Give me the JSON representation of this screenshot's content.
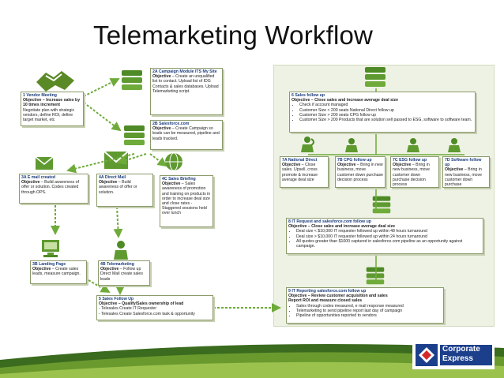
{
  "title": "Telemarketing Workflow",
  "boxes": {
    "b1": {
      "h": "1 Vendor Meeting",
      "o": "Objective – Increase sales by 10 times increment",
      "t": "Negotiate plan with strategic vendors, define ROI, define target market, etc"
    },
    "b2a": {
      "h": "2A Campaign Module ITS My Site",
      "o": "Objective",
      "t": " – Create an unqualified list to contact. Upload list of IDG Contacts & sales databases. Upload Telemarketing script."
    },
    "b2b": {
      "h": "2B Salesforce.com",
      "o": "Objective",
      "t": " – Create Campaign so leads can be measured, pipeline and leads tracked."
    },
    "b3a": {
      "h": "3A E mail created",
      "o": "Objective",
      "t": " – Build awareness of offer or solution. Codes created through OPS."
    },
    "b4a": {
      "h": "4A Direct Mail",
      "o": "Objective",
      "t": " – Build awareness of offer or solution."
    },
    "b4c": {
      "h": "4C Sales Briefing",
      "o": "Objective",
      "t": " – Sales awareness of promotion and training on products in order to increase deal size and close rates - Staggered sessions held over lunch"
    },
    "b3b": {
      "h": "3B Landing Page",
      "o": "Objective",
      "t": " – Create sales leads, measure campaign."
    },
    "b4b": {
      "h": "4B Telemarketing",
      "o": "Objective",
      "t": " – Follow up Direct Mail create sales leads"
    },
    "b5": {
      "h": "5 Sales Follow Up",
      "o": "Objective – Qualify/Sales ownership of lead",
      "l1": "- Telesales Create IT Requester",
      "l2": "- Telesales Create Salesforce.com task & opportunity"
    },
    "b6": {
      "h": "6 Sales follow up",
      "o": "Objective – Close sales and increase average deal size",
      "items": [
        "Check if account managed",
        "Customer Size < 200 seats National Direct follow up",
        "Customer Size > 200 seats CPG follow up",
        "Customer Size > 200 Products that are solution sell passed to ESG, software to software team."
      ]
    },
    "b7a": {
      "h": "7A National Direct",
      "o": "Objective",
      "t": " – Close sales. Upsell, cross promote & increase average deal size"
    },
    "b7b": {
      "h": "7B CPG follow up",
      "o": "Objective",
      "t": " – Bring in new business, move customer down purchase decision process"
    },
    "b7c": {
      "h": "7C ESG follow up",
      "o": "Objective",
      "t": " – Bring in new business, move customer down purchase decision process"
    },
    "b7d": {
      "h": "7D Software follow up",
      "o": "Objective",
      "t": " – Bring in new business, move customer down purchase"
    },
    "b8": {
      "h": "8 IT Request and salesforce.com follow up",
      "o": "Objective – Close sales and increase average deal size",
      "items": [
        "Deal size < $10,000 IT requester followed up within 48 hours turnaround",
        "Deal size > $10,000 IT requester followed up within 24 hours turnaround",
        "All quotes greater than $1000 captured in salesforce.com pipeline as an opportunity against campaign."
      ]
    },
    "b9": {
      "h": "9 IT Reporting salesforce.com follow up",
      "o": "Objective – Review customer acquisition and sales",
      "o2": "Report ROI and measure closed sales",
      "items": [
        "Sales through codes measured, e mail response measured",
        "Telemarketing to send pipeline report last day of campaign",
        "Pipeline of opportunities reported to vendors"
      ]
    }
  },
  "logo": {
    "line1": "Corporate",
    "line2": "Express"
  },
  "colors": {
    "accent": "#1a3c7a",
    "border": "#8b9a6b",
    "green_dark": "#3a6b1e",
    "green_light": "#7fb03c",
    "logo_blue": "#1c3f8c"
  }
}
